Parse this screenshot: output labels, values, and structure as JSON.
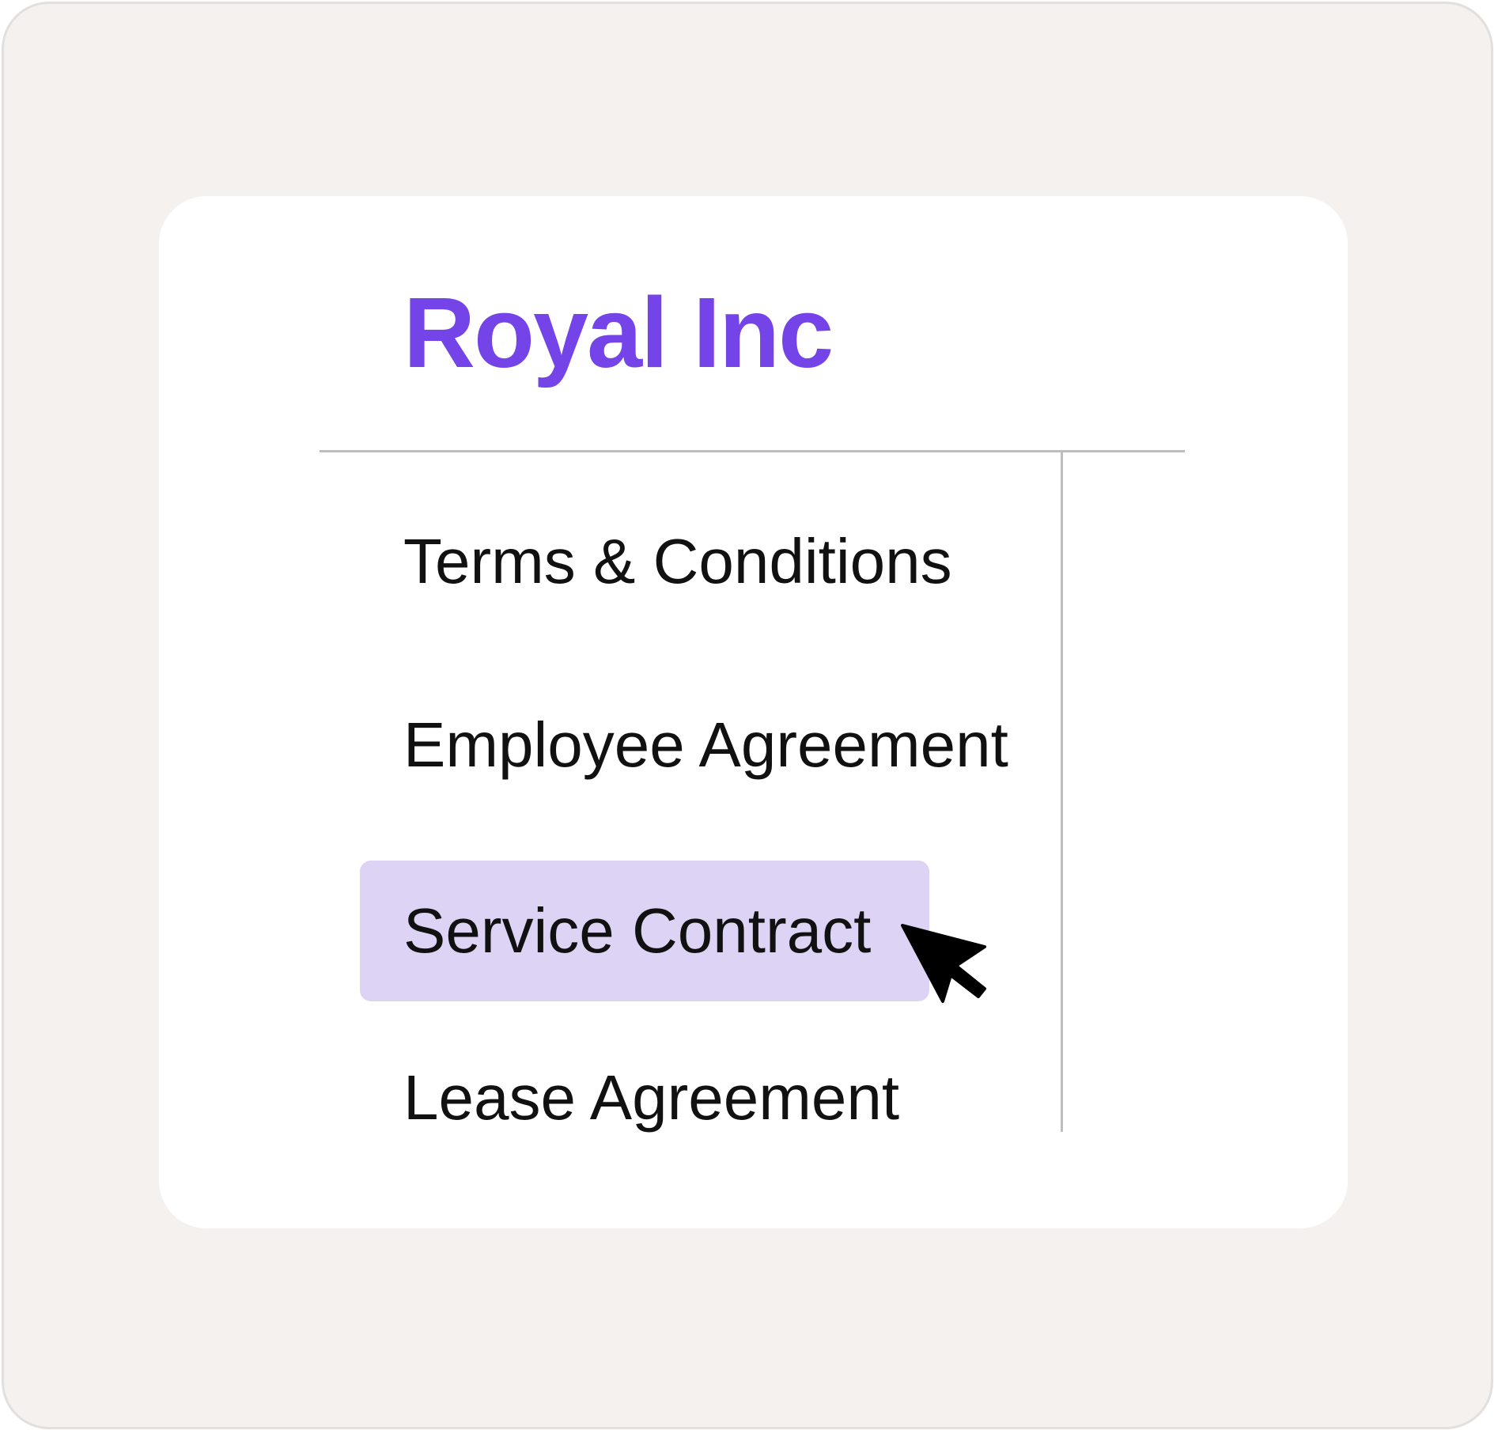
{
  "app": {
    "brand": "Royal Inc"
  },
  "documents": {
    "items": [
      {
        "label": "Terms & Conditions",
        "selected": false
      },
      {
        "label": "Employee Agreement",
        "selected": false
      },
      {
        "label": "Service Contract",
        "selected": true
      },
      {
        "label": "Lease Agreement",
        "selected": false
      }
    ]
  },
  "cursor": {
    "icon": "mouse-pointer-icon"
  },
  "colors": {
    "brand": "#7544e8",
    "selected_background": "#ddd3f5",
    "frame_background": "#f4f1ee",
    "card_background": "#ffffff",
    "divider": "#bdbdbd",
    "text": "#111111"
  }
}
